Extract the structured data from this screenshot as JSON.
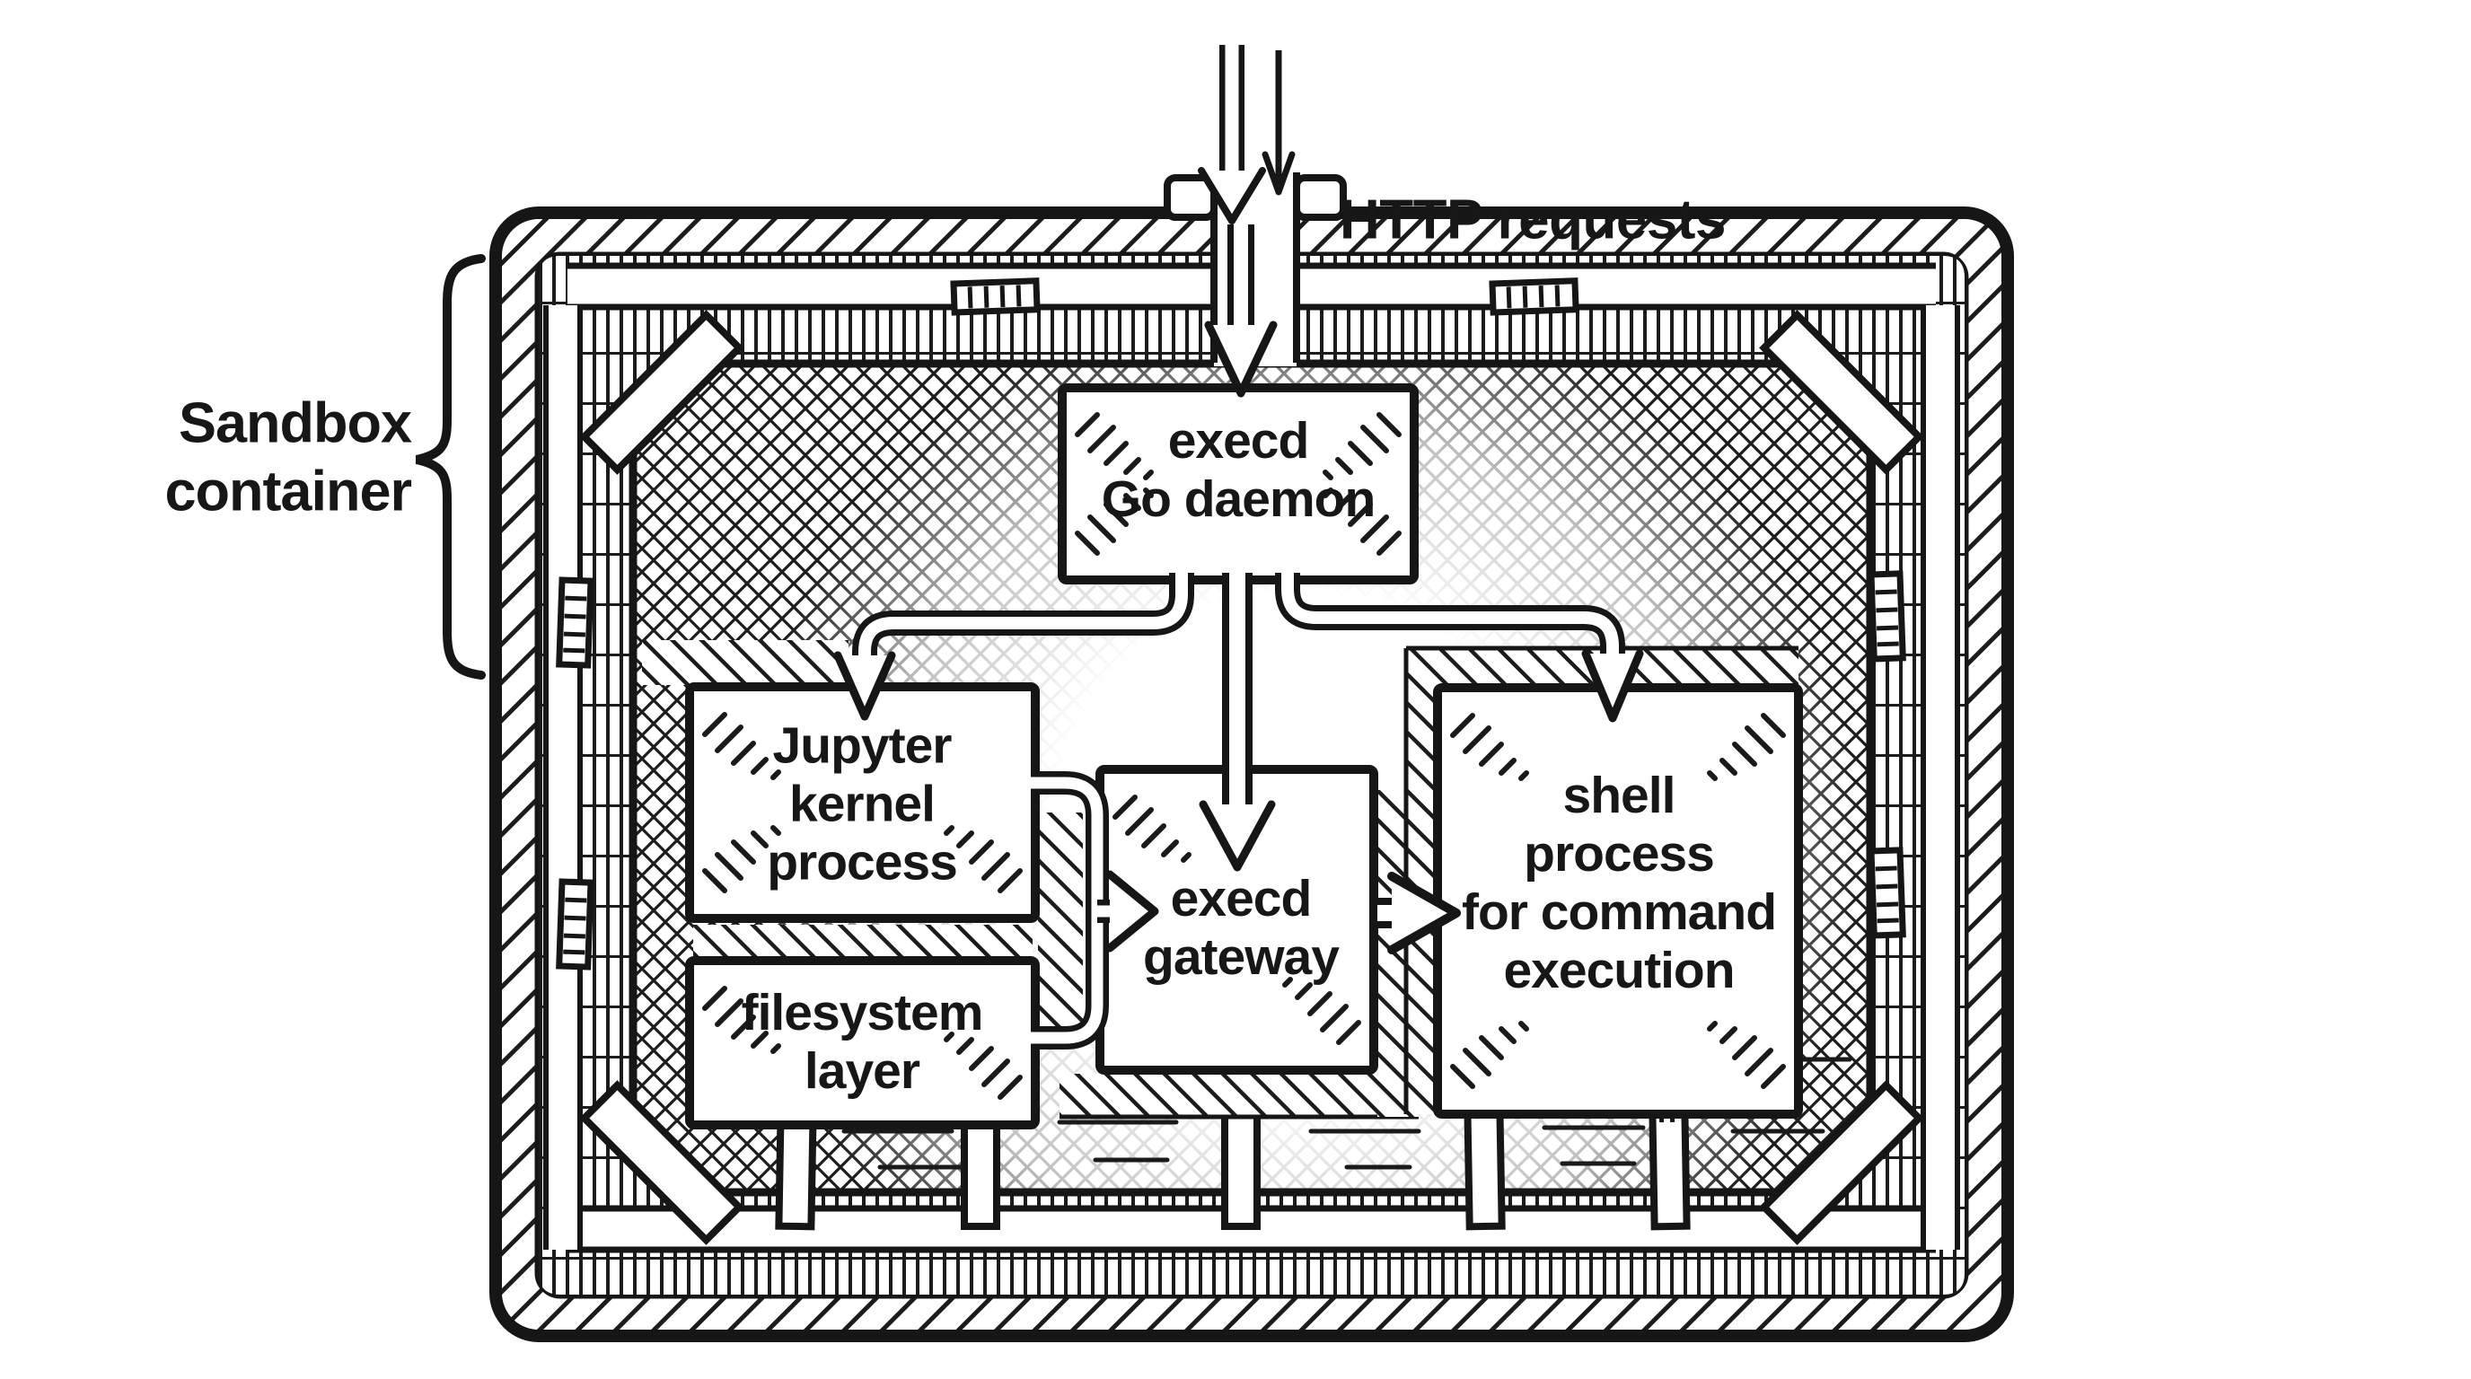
{
  "labels": {
    "http": "HTTP requests",
    "container": "Sandbox\ncontainer"
  },
  "nodes": {
    "daemon": {
      "label": "execd\nGo daemon"
    },
    "jupyter": {
      "label": "Jupyter\nkernel\nprocess"
    },
    "filesystem": {
      "label": "filesystem\nlayer"
    },
    "gateway": {
      "label": "execd\ngateway"
    },
    "shell": {
      "label": "shell\nprocess\nfor command\nexecution"
    }
  },
  "edges": [
    {
      "from": "HTTP requests",
      "to": "execd Go daemon"
    },
    {
      "from": "execd Go daemon",
      "to": "Jupyter kernel process"
    },
    {
      "from": "execd Go daemon",
      "to": "execd gateway"
    },
    {
      "from": "execd Go daemon",
      "to": "shell process for command execution"
    },
    {
      "from": "Jupyter kernel process",
      "to": "execd gateway"
    },
    {
      "from": "filesystem layer",
      "to": "execd gateway"
    },
    {
      "from": "execd gateway",
      "to": "shell process for command execution"
    }
  ],
  "colors": {
    "ink": "#1a1a1a",
    "paper": "#ffffff"
  }
}
